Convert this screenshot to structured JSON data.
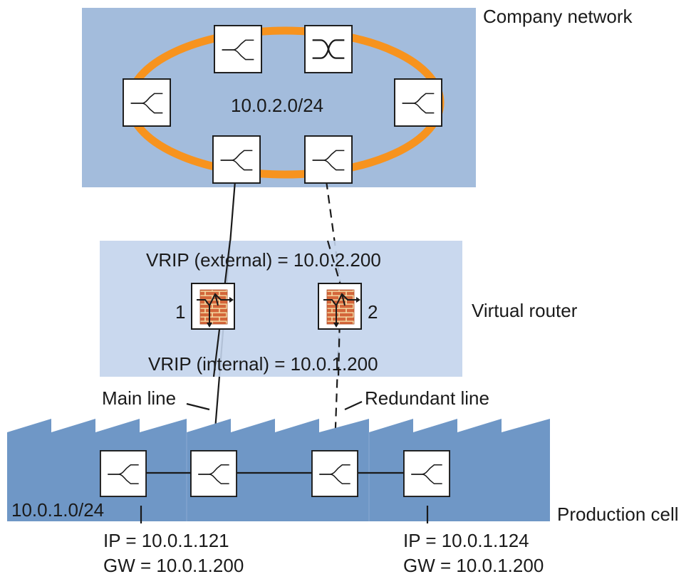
{
  "company_network": {
    "label": "Company network",
    "subnet": "10.0.2.0/24"
  },
  "virtual_router": {
    "label": "Virtual router",
    "vrip_external": "VRIP (external) = 10.0.2.200",
    "vrip_internal": "VRIP (internal) = 10.0.1.200",
    "router_1": "1",
    "router_2": "2"
  },
  "lines": {
    "main": "Main line",
    "redundant": "Redundant line"
  },
  "production_cell": {
    "label": "Production cell",
    "subnet": "10.0.1.0/24",
    "host_left": {
      "ip": "IP = 10.0.1.121",
      "gw": "GW = 10.0.1.200"
    },
    "host_right": {
      "ip": "IP = 10.0.1.124",
      "gw": "GW = 10.0.1.200"
    }
  },
  "colors": {
    "company_bg": "#a3bcdc",
    "ring": "#f7931e",
    "router_bg": "#c3d4ec",
    "factory": "#6f97c6",
    "brick": "#d4663a",
    "mortar": "#f5dfa7"
  }
}
